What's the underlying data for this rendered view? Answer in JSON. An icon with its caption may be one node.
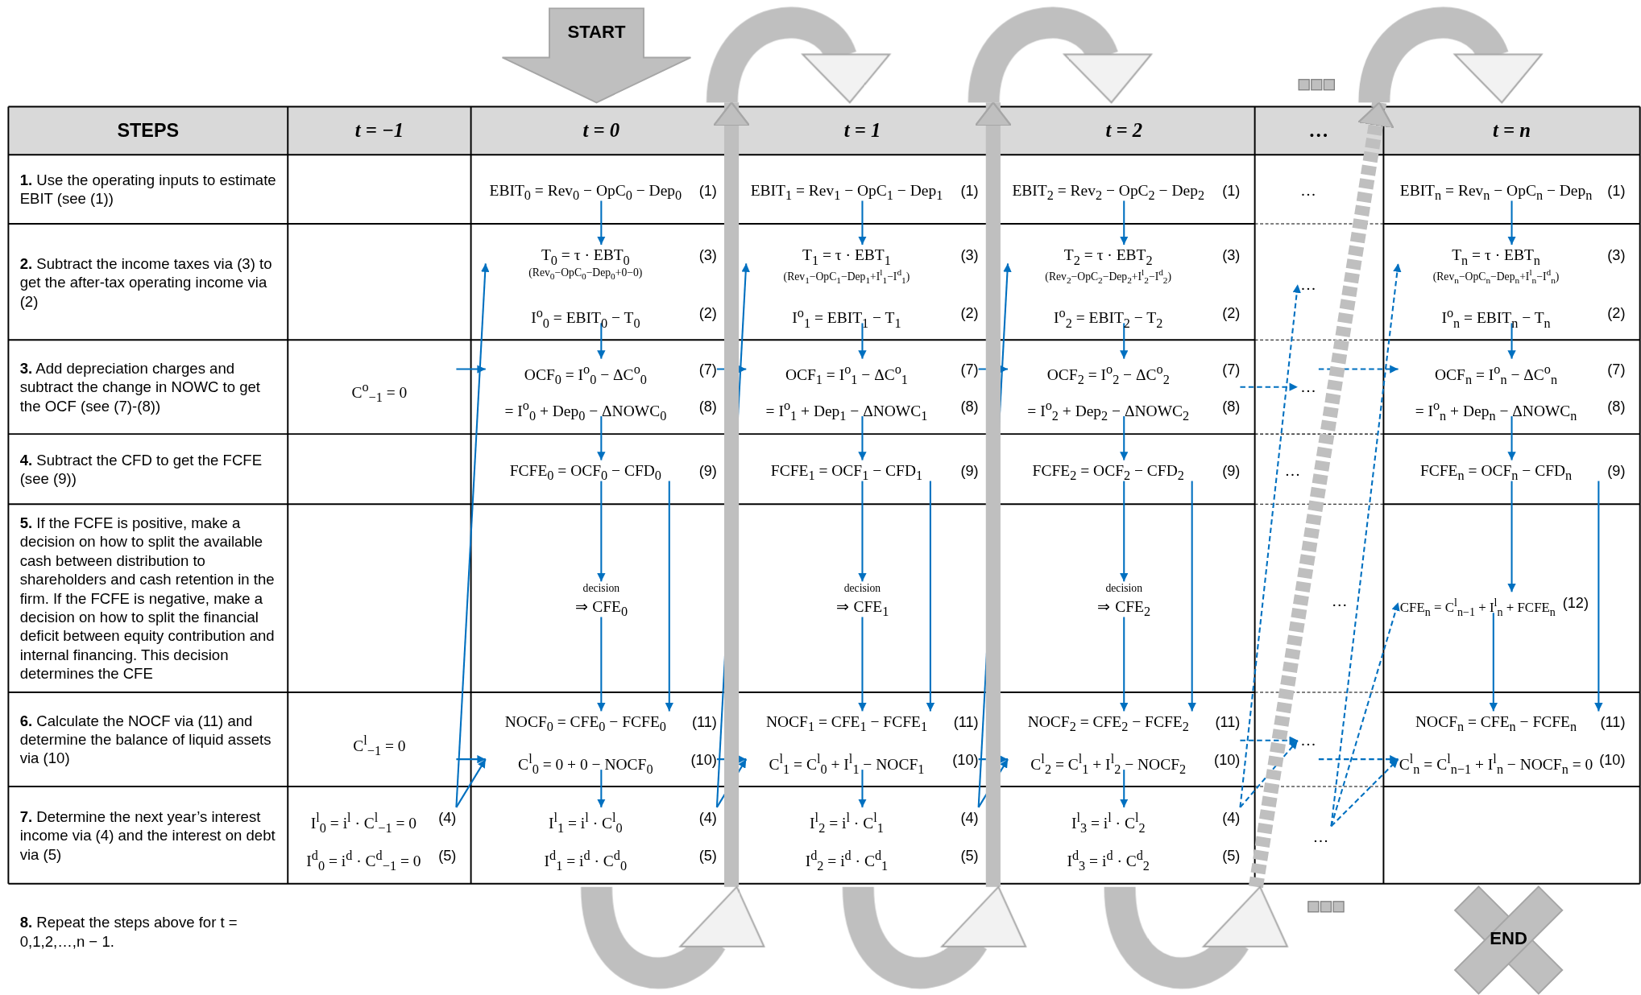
{
  "diagram": {
    "nodes": [
      {
        "text": [
          "START"
        ]
      },
      {
        "text": [
          "C$^{o}$$_{−1}$ = 0"
        ]
      },
      {
        "text": [
          "C$^{l}$$_{−1}$ = 0"
        ]
      },
      {
        "text": [
          "I$^{l}$$_{0}$ = i$^{l}$ · C$^{l}$$_{−1}$ = 0",
          "(4)"
        ]
      },
      {
        "text": [
          "I$^{d}$$_{0}$ = i$^{d}$ · C$^{d}$$_{−1}$ = 0",
          "(5)"
        ]
      },
      {
        "text": [
          "EBIT$_{0}$ = Rev$_{0}$ − OpC$_{0}$ − Dep$_{0}$",
          "(1)"
        ]
      },
      {
        "text": [
          "T$_{0}$ = τ · EBT$_{0}$",
          "(Rev$_{0}$−OpC$_{0}$−Dep$_{0}$+0−0)",
          "(3)"
        ]
      },
      {
        "text": [
          "I$^{o}$$_{0}$ = EBIT$_{0}$ − T$_{0}$",
          "(2)"
        ]
      },
      {
        "text": [
          "OCF$_{0}$ = I$^{o}$$_{0}$ − ΔC$^{o}$$_{0}$",
          "(7)"
        ]
      },
      {
        "text": [
          "= I$^{o}$$_{0}$ + Dep$_{0}$ − ΔNOWC$_{0}$",
          "(8)"
        ]
      },
      {
        "text": [
          "FCFE$_{0}$ = OCF$_{0}$ − CFD$_{0}$",
          "(9)"
        ]
      },
      {
        "text": [
          "decision",
          "⇒ CFE$_{0}$"
        ]
      },
      {
        "text": [
          "NOCF$_{0}$ = CFE$_{0}$ − FCFE$_{0}$",
          "(11)"
        ]
      },
      {
        "text": [
          "C$^{l}$$_{0}$ = 0 + 0 − NOCF$_{0}$",
          "(10)"
        ]
      },
      {
        "text": [
          "I$^{l}$$_{1}$ = i$^{l}$ · C$^{l}$$_{0}$",
          "(4)"
        ]
      },
      {
        "text": [
          "I$^{d}$$_{1}$ = i$^{d}$ · C$^{d}$$_{0}$",
          "(5)"
        ]
      },
      {
        "text": [
          "EBIT$_{1}$ = Rev$_{1}$ − OpC$_{1}$ − Dep$_{1}$",
          "(1)"
        ]
      },
      {
        "text": [
          "T$_{1}$ = τ · EBT$_{1}$",
          "(Rev$_{1}$−OpC$_{1}$−Dep$_{1}$+I$^{l}$$_{1}$−I$^{d}$$_{1}$)",
          "(3)"
        ]
      },
      {
        "text": [
          "I$^{o}$$_{1}$ = EBIT$_{1}$ − T$_{1}$",
          "(2)"
        ]
      },
      {
        "text": [
          "OCF$_{1}$ = I$^{o}$$_{1}$ − ΔC$^{o}$$_{1}$",
          "(7)"
        ]
      },
      {
        "text": [
          "= I$^{o}$$_{1}$ + Dep$_{1}$ − ΔNOWC$_{1}$",
          "(8)"
        ]
      },
      {
        "text": [
          "FCFE$_{1}$ = OCF$_{1}$ − CFD$_{1}$",
          "(9)"
        ]
      },
      {
        "text": [
          "decision",
          "⇒ CFE$_{1}$"
        ]
      },
      {
        "text": [
          "NOCF$_{1}$ = CFE$_{1}$ − FCFE$_{1}$",
          "(11)"
        ]
      },
      {
        "text": [
          "C$^{l}$$_{1}$ = C$^{l}$$_{0}$ + I$^{l}$$_{1}$ − NOCF$_{1}$",
          "(10)"
        ]
      },
      {
        "text": [
          "I$^{l}$$_{2}$ = i$^{l}$ · C$^{l}$$_{1}$",
          "(4)"
        ]
      },
      {
        "text": [
          "I$^{d}$$_{2}$ = i$^{d}$ · C$^{d}$$_{1}$",
          "(5)"
        ]
      },
      {
        "text": [
          "EBIT$_{2}$ = Rev$_{2}$ − OpC$_{2}$ − Dep$_{2}$",
          "(1)"
        ]
      },
      {
        "text": [
          "T$_{2}$ = τ · EBT$_{2}$",
          "(Rev$_{2}$−OpC$_{2}$−Dep$_{2}$+I$^{l}$$_{2}$−I$^{d}$$_{2}$)",
          "(3)"
        ]
      },
      {
        "text": [
          "I$^{o}$$_{2}$ = EBIT$_{2}$ − T$_{2}$",
          "(2)"
        ]
      },
      {
        "text": [
          "OCF$_{2}$ = I$^{o}$$_{2}$ − ΔC$^{o}$$_{2}$",
          "(7)"
        ]
      },
      {
        "text": [
          "= I$^{o}$$_{2}$ + Dep$_{2}$ − ΔNOWC$_{2}$",
          "(8)"
        ]
      },
      {
        "text": [
          "FCFE$_{2}$ = OCF$_{2}$ − CFD$_{2}$",
          "(9)"
        ]
      },
      {
        "text": [
          "decision",
          "⇒ CFE$_{2}$"
        ]
      },
      {
        "text": [
          "NOCF$_{2}$ = CFE$_{2}$ − FCFE$_{2}$",
          "(11)"
        ]
      },
      {
        "text": [
          "C$^{l}$$_{2}$ = C$^{l}$$_{1}$ + I$^{l}$$_{2}$ − NOCF$_{2}$",
          "(10)"
        ]
      },
      {
        "text": [
          "I$^{l}$$_{3}$ = i$^{l}$ · C$^{l}$$_{2}$",
          "(4)"
        ]
      },
      {
        "text": [
          "I$^{d}$$_{3}$ = i$^{d}$ · C$^{d}$$_{2}$",
          "(5)"
        ]
      },
      {
        "text": [
          "…"
        ]
      },
      {
        "text": [
          "…"
        ]
      },
      {
        "text": [
          "…"
        ]
      },
      {
        "text": [
          "…"
        ]
      },
      {
        "text": [
          "…"
        ]
      },
      {
        "text": [
          "…"
        ]
      },
      {
        "text": [
          "…"
        ]
      },
      {
        "text": [
          "EBIT$_{n}$ = Rev$_{n}$ − OpC$_{n}$ − Dep$_{n}$",
          "(1)"
        ]
      },
      {
        "text": [
          "T$_{n}$ = τ · EBT$_{n}$",
          "(Rev$_{n}$−OpC$_{n}$−Dep$_{n}$+I$^{l}$$_{n}$−I$^{d}$$_{n}$)",
          "(3)"
        ]
      },
      {
        "text": [
          "I$^{o}$$_{n}$ = EBIT$_{n}$ − T$_{n}$",
          "(2)"
        ]
      },
      {
        "text": [
          "OCF$_{n}$ = I$^{o}$$_{n}$ − ΔC$^{o}$$_{n}$",
          "(7)"
        ]
      },
      {
        "text": [
          "= I$^{o}$$_{n}$ + Dep$_{n}$ − ΔNOWC$_{n}$",
          "(8)"
        ]
      },
      {
        "text": [
          "FCFE$_{n}$ = OCF$_{n}$ − CFD$_{n}$",
          "(9)"
        ]
      },
      {
        "text": [
          "CFE$_{n}$ = C$^{l}$$_{n−1}$ + I$^{l}$$_{n}$ + FCFE$_{n}$",
          "(12)"
        ]
      },
      {
        "text": [
          "NOCF$_{n}$ = CFE$_{n}$ − FCFE$_{n}$",
          "(11)"
        ]
      },
      {
        "text": [
          "C$^{l}$$_{n}$ = C$^{l}$$_{n−1}$ + I$^{l}$$_{n}$ − NOCF$_{n}$ = 0",
          "(10)"
        ]
      },
      {
        "text": [
          "END"
        ]
      },
      {
        "text": [],
        "shape": "arrow"
      },
      {
        "text": [],
        "shape": "arrow"
      },
      {
        "text": [],
        "shape": "arrow"
      },
      {
        "text": [],
        "shape": "arrow"
      },
      {
        "text": [],
        "shape": "arrow"
      },
      {
        "text": [],
        "shape": "arrow"
      }
    ],
    "edges": [
      {
        "from": 5,
        "to": 6,
        "arrow": "to"
      },
      {
        "from": 7,
        "to": 8,
        "arrow": "to"
      },
      {
        "from": 9,
        "to": 10,
        "arrow": "to"
      },
      {
        "from": 10,
        "to": 11,
        "arrow": "to"
      },
      {
        "from": 10,
        "to": 12,
        "arrow": "to"
      },
      {
        "from": 11,
        "to": 12,
        "arrow": "to"
      },
      {
        "from": 13,
        "to": 14,
        "arrow": "to"
      },
      {
        "from": 16,
        "to": 17,
        "arrow": "to"
      },
      {
        "from": 18,
        "to": 19,
        "arrow": "to"
      },
      {
        "from": 20,
        "to": 21,
        "arrow": "to"
      },
      {
        "from": 21,
        "to": 22,
        "arrow": "to"
      },
      {
        "from": 21,
        "to": 23,
        "arrow": "to"
      },
      {
        "from": 22,
        "to": 23,
        "arrow": "to"
      },
      {
        "from": 24,
        "to": 25,
        "arrow": "to"
      },
      {
        "from": 27,
        "to": 28,
        "arrow": "to"
      },
      {
        "from": 29,
        "to": 30,
        "arrow": "to"
      },
      {
        "from": 31,
        "to": 32,
        "arrow": "to"
      },
      {
        "from": 32,
        "to": 33,
        "arrow": "to"
      },
      {
        "from": 32,
        "to": 34,
        "arrow": "to"
      },
      {
        "from": 33,
        "to": 34,
        "arrow": "to"
      },
      {
        "from": 35,
        "to": 36,
        "arrow": "to"
      },
      {
        "from": 1,
        "to": 8,
        "arrow": "to"
      },
      {
        "from": 2,
        "to": 13,
        "arrow": "to"
      },
      {
        "from": 3,
        "to": 6,
        "arrow": "to"
      },
      {
        "from": 3,
        "to": 13,
        "arrow": "to"
      },
      {
        "from": 8,
        "to": 19,
        "arrow": "to"
      },
      {
        "from": 13,
        "to": 24,
        "arrow": "to"
      },
      {
        "from": 14,
        "to": 17,
        "arrow": "to"
      },
      {
        "from": 14,
        "to": 24,
        "arrow": "to"
      },
      {
        "from": 19,
        "to": 30,
        "arrow": "to"
      },
      {
        "from": 24,
        "to": 35,
        "arrow": "to"
      },
      {
        "from": 25,
        "to": 28,
        "arrow": "to"
      },
      {
        "from": 25,
        "to": 35,
        "arrow": "to"
      },
      {
        "from": 30,
        "to": 40,
        "arrow": "to",
        "style": "dashed"
      },
      {
        "from": 35,
        "to": 43,
        "arrow": "to",
        "style": "dashed"
      },
      {
        "from": 36,
        "to": 39,
        "arrow": "to",
        "style": "dashed"
      },
      {
        "from": 36,
        "to": 43,
        "arrow": "to",
        "style": "dashed"
      },
      {
        "from": 40,
        "to": 48,
        "arrow": "to",
        "style": "dashed"
      },
      {
        "from": 43,
        "to": 53,
        "arrow": "to",
        "style": "dashed"
      },
      {
        "from": 44,
        "to": 46,
        "arrow": "to",
        "style": "dashed"
      },
      {
        "from": 44,
        "to": 53,
        "arrow": "to",
        "style": "dashed"
      },
      {
        "from": 44,
        "to": 51,
        "arrow": "to",
        "style": "dashed"
      },
      {
        "from": 45,
        "to": 46,
        "arrow": "to"
      },
      {
        "from": 47,
        "to": 48,
        "arrow": "to"
      },
      {
        "from": 49,
        "to": 50,
        "arrow": "to"
      },
      {
        "from": 50,
        "to": 51,
        "arrow": "to"
      },
      {
        "from": 50,
        "to": 52,
        "arrow": "to"
      },
      {
        "from": 51,
        "to": 52,
        "arrow": "to"
      },
      {
        "from": 58,
        "to": 55,
        "arrow": "to",
        "style": "thick",
        "color": "#bfbfbf"
      },
      {
        "from": 59,
        "to": 56,
        "arrow": "to",
        "style": "thick",
        "color": "#bfbfbf"
      },
      {
        "from": 60,
        "to": 57,
        "arrow": "to",
        "style": "dashed",
        "color": "#bfbfbf"
      }
    ],
    "labels": [
      "STEPS",
      "t = −1",
      "t = 0",
      "t = 1",
      "t = 2",
      "…",
      "t = n",
      "**1.** Use the operating inputs to estimate EBIT (see (1))",
      "**2.** Subtract the income taxes via (3) to get the after-tax operating income via (2)",
      "**3.** Add depreciation charges and subtract the change in NOWC to get the OCF (see (7)-(8))",
      "**4.** Subtract the CFD to get the FCFE (see (9))",
      "**5.** If the FCFE is positive, make a decision on how to split the available cash between distribution to shareholders and cash retention in the firm. If the FCFE is negative, make a decision on how to split the financial deficit between equity contribution and internal financing. This decision determines the CFE",
      "**6.** Calculate the NOCF via (11) and determine the balance of liquid assets via (10)",
      "**7.** Determine the next year’s interest income via (4) and the interest on debt via (5)",
      "**8.** Repeat the steps above for t = 0,1,2,…,n − 1."
    ]
  }
}
